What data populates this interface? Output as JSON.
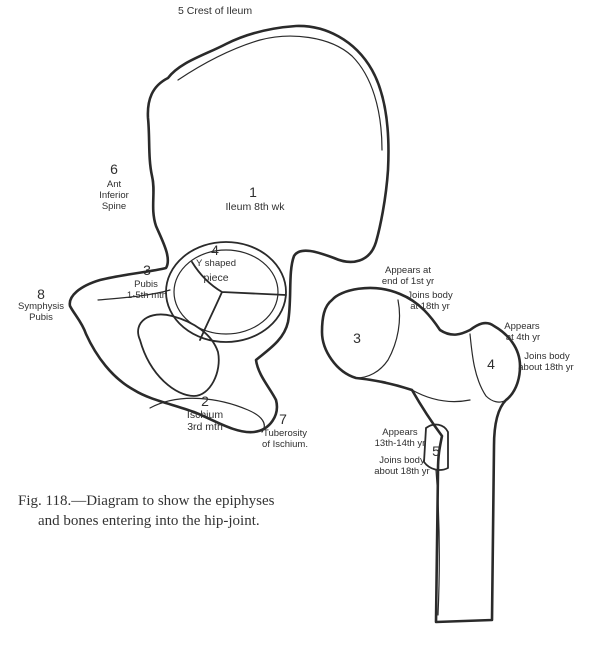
{
  "labels": {
    "crest_of_ileum": "5 Crest of Ileum",
    "ant_inferior_spine_num": "6",
    "ant_inferior_spine_line1": "Ant",
    "ant_inferior_spine_line2": "Inferior",
    "ant_inferior_spine_line3": "Spine",
    "ileum_num": "1",
    "ileum_text": "Ileum 8th wk",
    "y_piece_num": "4",
    "y_piece_line1": "Y shaped",
    "y_piece_line2": "piece",
    "pubis_num": "3",
    "pubis_line1": "Pubis",
    "pubis_line2": "1·5th mth",
    "symphysis_num": "8",
    "symphysis_line1": "Symphysis",
    "symphysis_line2": "Pubis",
    "ischium_num": "2",
    "ischium_line1": "Ischium",
    "ischium_line2": "3rd mth",
    "tuberosity_num": "7",
    "tuberosity_line1": "Tuberosity",
    "tuberosity_line2": "of Ischium.",
    "head_appears_line1": "Appears at",
    "head_appears_line2": "end of 1st yr",
    "head_joins_line1": "Joins body",
    "head_joins_line2": "at 18th yr",
    "head_num": "3",
    "trochanter_appears_line1": "Appears",
    "trochanter_appears_line2": "at 4th yr",
    "trochanter_joins_line1": "Joins body",
    "trochanter_joins_line2": "about 18th yr",
    "trochanter_num": "4",
    "lesser_appears_line1": "Appears",
    "lesser_appears_line2": "13th-14th yr",
    "lesser_joins_line1": "Joins body",
    "lesser_joins_line2": "about 18th yr",
    "lesser_num": "5"
  },
  "caption": {
    "line1": "Fig. 118.—Diagram to show the epiphyses",
    "line2": "and bones entering into the hip-joint."
  },
  "colors": {
    "ink": "#2a2a2a",
    "paper": "#ffffff"
  }
}
